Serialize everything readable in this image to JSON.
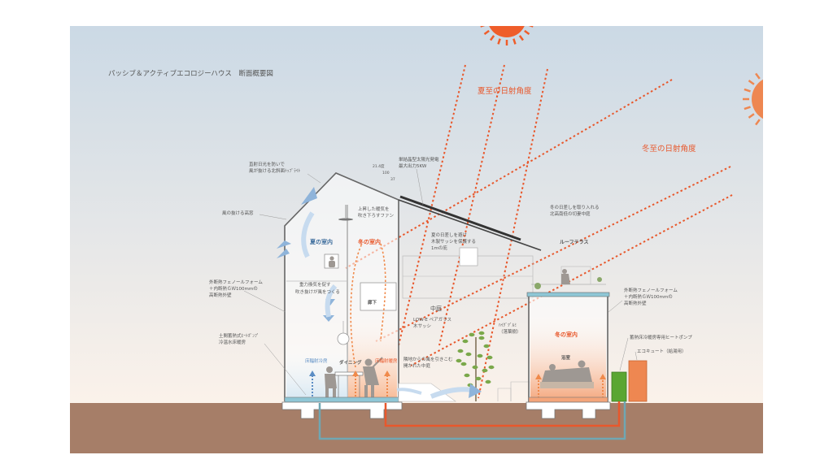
{
  "title": "パッシブ＆アクティブエコロジーハウス　断面概要図",
  "summer_angle": "夏至の日射角度",
  "winter_angle": "冬至の日射角度",
  "roof_values": [
    "21.4度",
    "100",
    "37"
  ],
  "annotations": {
    "north_skylight": [
      "直射日光を防いで",
      "風が抜ける北斜面ﾄｯﾌﾟﾗｲﾄ"
    ],
    "pv": [
      "単結晶型太陽光発電",
      "最大出力5KW"
    ],
    "wind_ceiling": "風の抜ける高窓",
    "fan": [
      "上昇した暖気を",
      "吹き下ろすファン"
    ],
    "eaves": [
      "夏の日差しを避け",
      "木製サッシを保護する",
      "1mの庇"
    ],
    "winter_sun": [
      "冬の日差しを取り入れる",
      "北高南低の切妻中庭"
    ],
    "roof_terrace": "ルーフテラス",
    "wall_left": [
      "外断熱フェノールフォーム",
      "＋内断熱ＧＷ100mmの",
      "高断熱外壁"
    ],
    "wall_right": [
      "外断熱フェノールフォーム",
      "＋内断熱ＧＷ100mmの",
      "高断熱外壁"
    ],
    "gravity_vent": [
      "重力換気を促す",
      "吹き抜けが風をつくる"
    ],
    "corridor": "廊下",
    "courtyard": "中庭",
    "low_e": [
      "LOW-E ペアガラス",
      "木サッシ"
    ],
    "deciduous": [
      "ﾊｲｸﾞﾂﾞﾙﾐ",
      "（落葉樹）"
    ],
    "earth_floor": [
      "土間蓄熱式ﾋｰﾄﾎﾟﾝﾌﾟ",
      "冷温水床暖房"
    ],
    "radiant_cool": "床輻射冷房",
    "radiant_heat": "床輻射暖房",
    "dining": "ダイニング",
    "neighbor_wind": [
      "隣地からの風を引きこむ",
      "開かれた中庭"
    ],
    "heat_pump": "蓄熱床冷暖房専用ヒートポンプ",
    "eco_cute": "エコキュート（給湯用）",
    "bath": "浴室"
  },
  "rooms": {
    "summer_indoor": "夏の室内",
    "winter_indoor_left": "冬の室内",
    "winter_indoor_right": "冬の室内"
  },
  "colors": {
    "sky_top": "#cbd9e5",
    "sky_bottom": "#fbf2ea",
    "ground": "#a67e68",
    "sun": "#ef5d2a",
    "sun_ray": "#e8582c",
    "summer_room": "#3d6d9d",
    "winter_room": "#e8582c",
    "cool_arrow": "#5b8dc4",
    "warm_arrow": "#f08a4b",
    "pipe_red": "#e8582c",
    "pipe_blue": "#6fa7b3",
    "heat_pump_green": "#5aa632",
    "eco_cute": "#ee8751"
  }
}
